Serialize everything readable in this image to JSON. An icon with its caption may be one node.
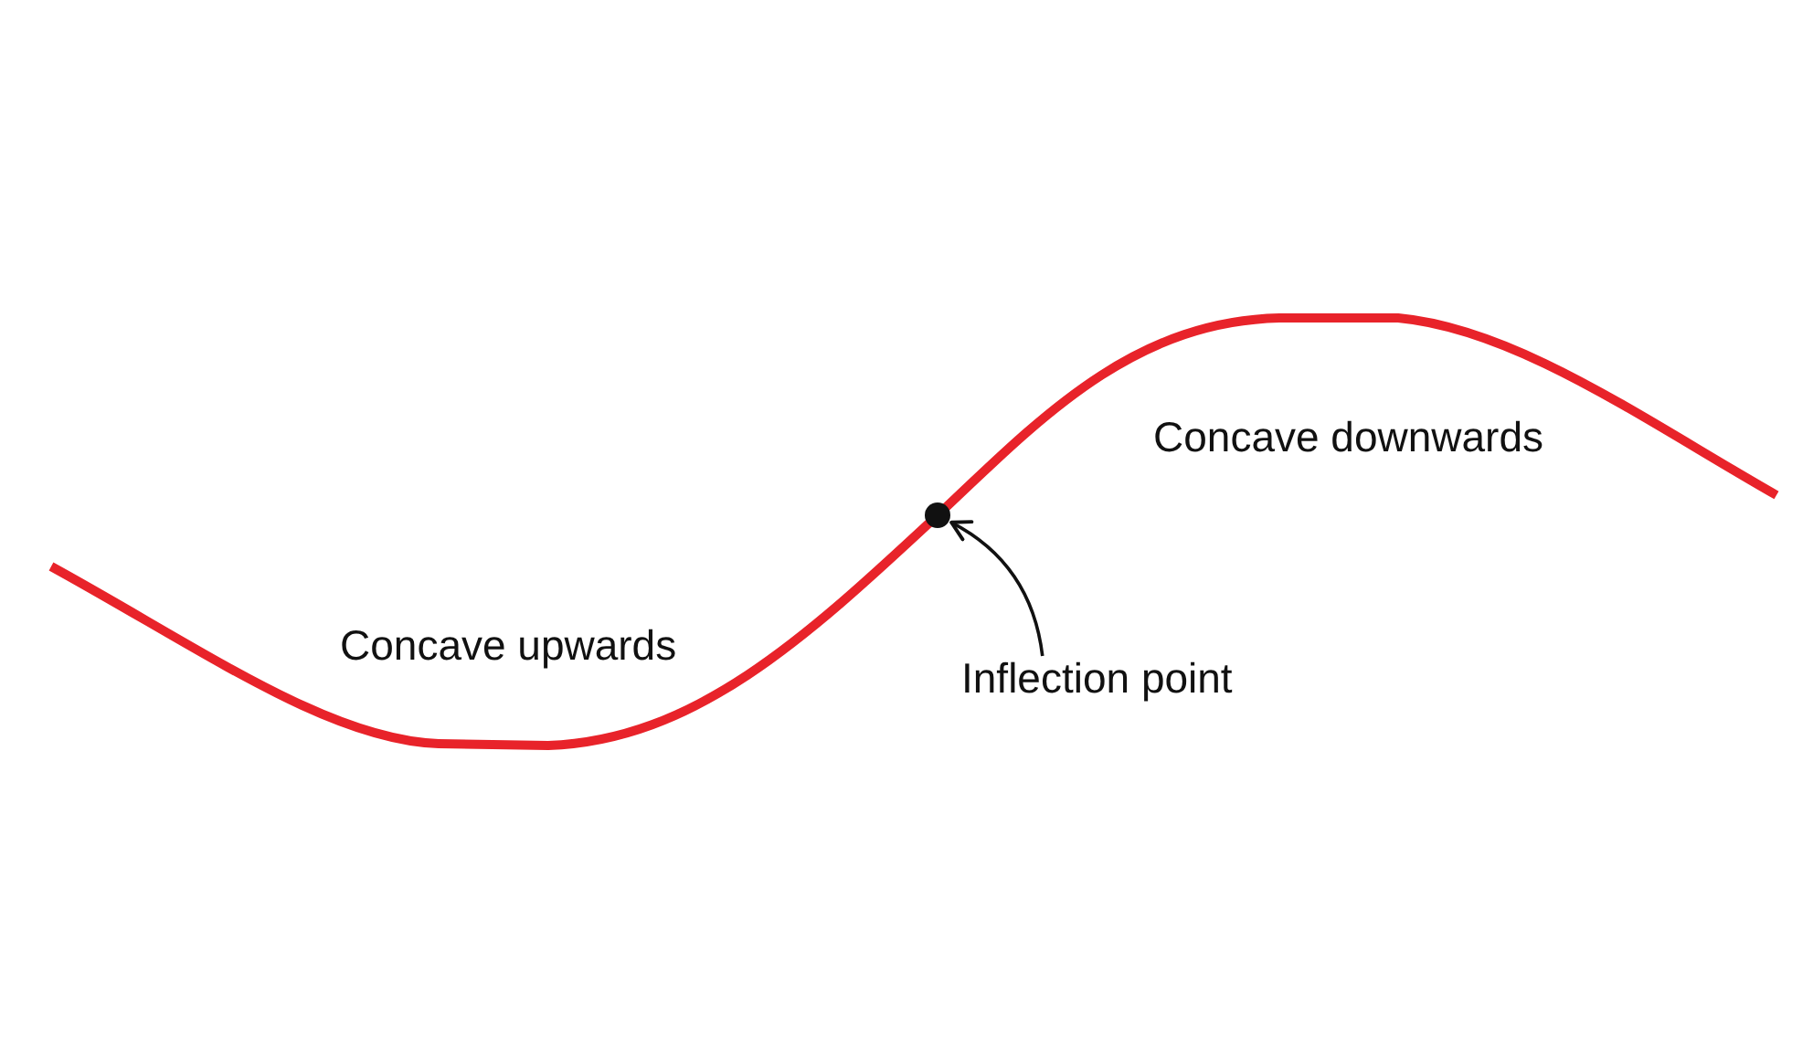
{
  "diagram": {
    "nodes": [
      {
        "text": [
          "Inflection point"
        ]
      },
      {
        "text": [],
        "shape": "circle"
      }
    ],
    "edges": [
      {
        "from": 0,
        "to": 1,
        "arrow": "to"
      }
    ],
    "labels": [
      "Concave downwards",
      "Concave upwards"
    ]
  }
}
